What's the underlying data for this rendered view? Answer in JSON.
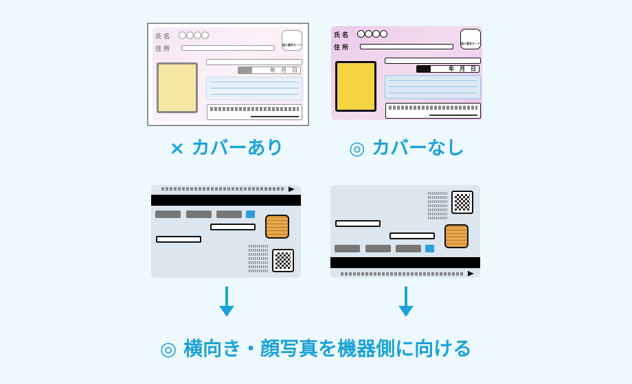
{
  "front_card": {
    "name_label": "氏 名",
    "name_value": "○○○○",
    "address_label": "住 所",
    "date_label": "年　月　日",
    "logo_text": "個人番号カード"
  },
  "labels": {
    "with_cover": "× カバーあり",
    "without_cover": "◎ カバーなし"
  },
  "instruction": "◎ 横向き・顔写真を機器側に向ける",
  "colors": {
    "accent": "#1ba3d6",
    "background": "#eef9fd"
  }
}
